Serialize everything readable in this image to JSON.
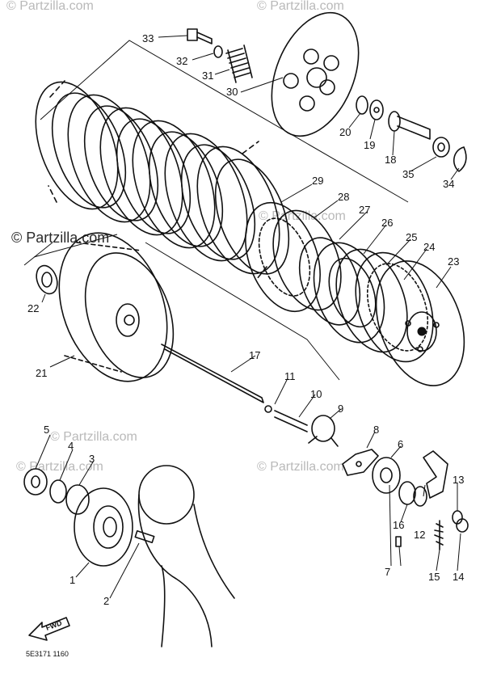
{
  "watermark": {
    "main": "© Partzilla.com",
    "tiled": "© Partzilla.com"
  },
  "diagram_code": "5E3171 1160",
  "arrow_label": "FWD",
  "callouts": [
    {
      "id": "c1",
      "text": "1"
    },
    {
      "id": "c2",
      "text": "2"
    },
    {
      "id": "c3",
      "text": "3"
    },
    {
      "id": "c4",
      "text": "4"
    },
    {
      "id": "c5",
      "text": "5"
    },
    {
      "id": "c6",
      "text": "6"
    },
    {
      "id": "c7",
      "text": "7"
    },
    {
      "id": "c8",
      "text": "8"
    },
    {
      "id": "c9",
      "text": "9"
    },
    {
      "id": "c10",
      "text": "10"
    },
    {
      "id": "c11",
      "text": "11"
    },
    {
      "id": "c12",
      "text": "12"
    },
    {
      "id": "c13",
      "text": "13"
    },
    {
      "id": "c14",
      "text": "14"
    },
    {
      "id": "c15",
      "text": "15"
    },
    {
      "id": "c16",
      "text": "16"
    },
    {
      "id": "c17",
      "text": "17"
    },
    {
      "id": "c18",
      "text": "18"
    },
    {
      "id": "c19",
      "text": "19"
    },
    {
      "id": "c20",
      "text": "20"
    },
    {
      "id": "c21",
      "text": "21"
    },
    {
      "id": "c22",
      "text": "22"
    },
    {
      "id": "c23",
      "text": "23"
    },
    {
      "id": "c24",
      "text": "24"
    },
    {
      "id": "c25",
      "text": "25"
    },
    {
      "id": "c26",
      "text": "26"
    },
    {
      "id": "c27",
      "text": "27"
    },
    {
      "id": "c28",
      "text": "28"
    },
    {
      "id": "c29",
      "text": "29"
    },
    {
      "id": "c30",
      "text": "30"
    },
    {
      "id": "c31",
      "text": "31"
    },
    {
      "id": "c32",
      "text": "32"
    },
    {
      "id": "c33",
      "text": "33"
    },
    {
      "id": "c34",
      "text": "34"
    },
    {
      "id": "c35",
      "text": "35"
    }
  ]
}
